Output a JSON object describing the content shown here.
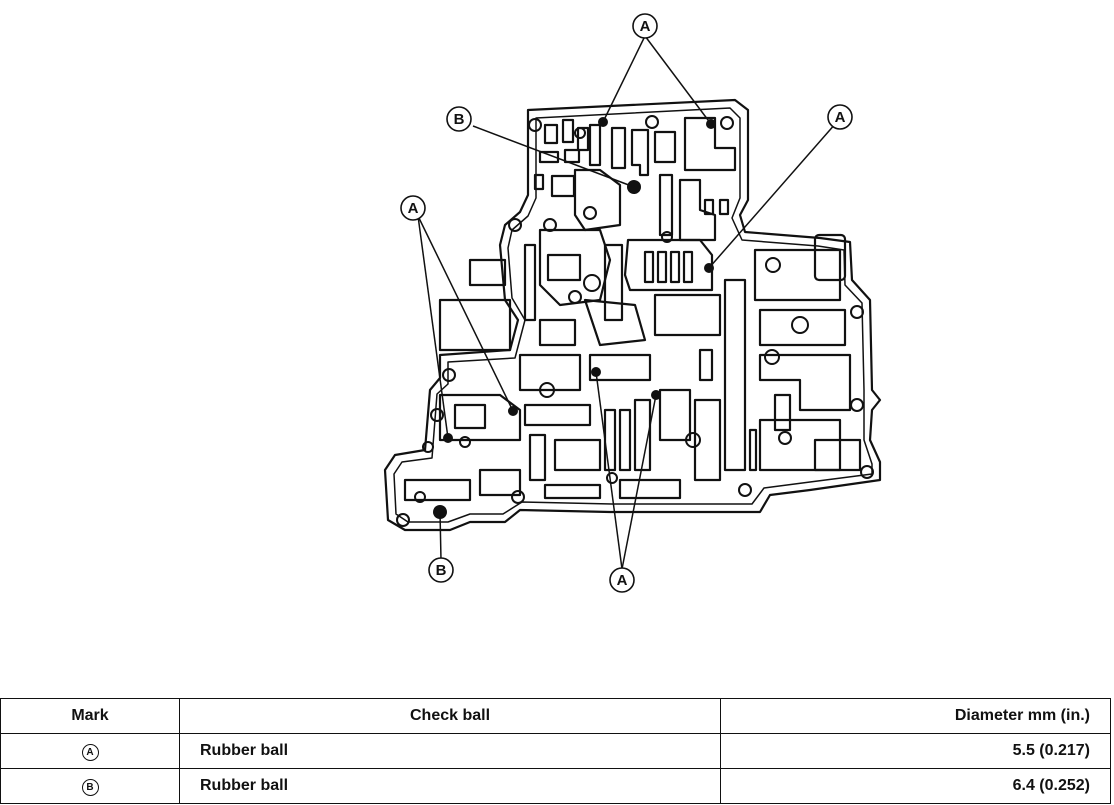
{
  "callouts": {
    "a_top": "A",
    "a_right": "A",
    "a_left": "A",
    "a_bottom": "A",
    "b_top": "B",
    "b_bottom": "B"
  },
  "table": {
    "headers": {
      "mark": "Mark",
      "check_ball": "Check ball",
      "diameter": "Diameter mm (in.)"
    },
    "rows": [
      {
        "mark": "A",
        "check_ball": "Rubber ball",
        "diameter": "5.5 (0.217)"
      },
      {
        "mark": "B",
        "check_ball": "Rubber ball",
        "diameter": "6.4 (0.252)"
      }
    ]
  }
}
